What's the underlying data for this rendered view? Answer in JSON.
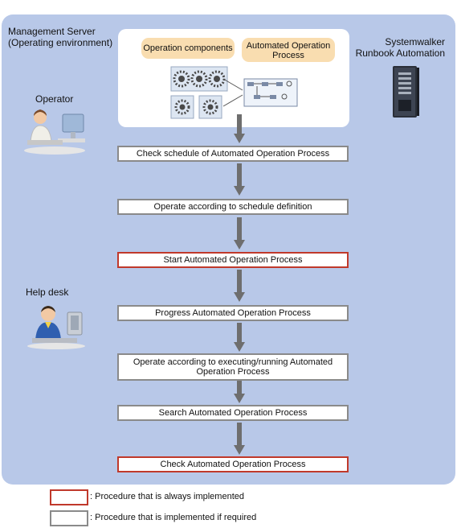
{
  "environment": {
    "title": "Management Server",
    "subtitle": "(Operating environment)"
  },
  "product": {
    "line1": "Systemwalker",
    "line2": "Runbook Automation"
  },
  "roles": {
    "operator": "Operator",
    "helpdesk": "Help desk"
  },
  "components": {
    "operation_components": "Operation components",
    "automated_process_line1": "Automated Operation",
    "automated_process_line2": "Process"
  },
  "steps": [
    {
      "label": "Check schedule of Automated Operation Process",
      "required": false
    },
    {
      "label": "Operate according to schedule definition",
      "required": false
    },
    {
      "label": "Start Automated Operation Process",
      "required": true
    },
    {
      "label": "Progress Automated Operation Process",
      "required": false
    },
    {
      "label": "Operate according to executing/running Automated Operation Process",
      "required": false
    },
    {
      "label": "Search Automated Operation Process",
      "required": false
    },
    {
      "label": "Check Automated Operation Process",
      "required": true
    }
  ],
  "legend": {
    "always": ": Procedure that is always implemented",
    "optional": ": Procedure that is implemented if required"
  },
  "colors": {
    "panel": "#b8c8e8",
    "required_border": "#c0392b",
    "optional_border": "#8a8a8a",
    "arrow": "#6e6e6e",
    "pill": "#f9ddb0"
  }
}
